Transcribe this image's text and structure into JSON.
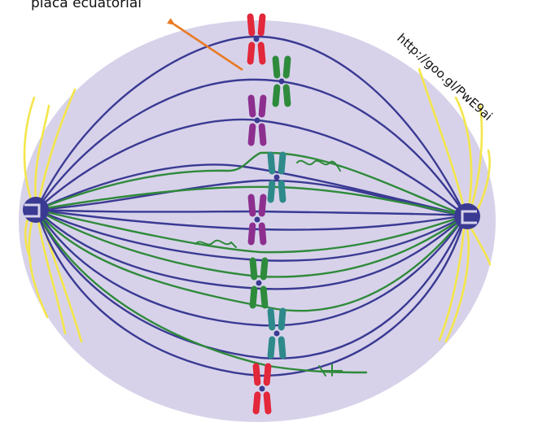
{
  "diagram": {
    "title_label": "placa ecuatorial",
    "source_url": "http://goo.gl/PwE9ai",
    "colors": {
      "cell": "#d7d2ea",
      "spindle": "#3a3a93",
      "kinetochore": "#2f8a3a",
      "astral": "#f4e64a",
      "arrow": "#e97a23",
      "pole": "#3a3a93",
      "chromosome_red": "#e2283a",
      "chromosome_green": "#2e8b3c",
      "chromosome_purple": "#8d2f8f",
      "chromosome_teal": "#2e8a8a"
    },
    "chromosomes": [
      {
        "color": "red"
      },
      {
        "color": "green"
      },
      {
        "color": "purple"
      },
      {
        "color": "teal"
      },
      {
        "color": "purple"
      },
      {
        "color": "green"
      },
      {
        "color": "teal"
      },
      {
        "color": "red"
      }
    ]
  }
}
